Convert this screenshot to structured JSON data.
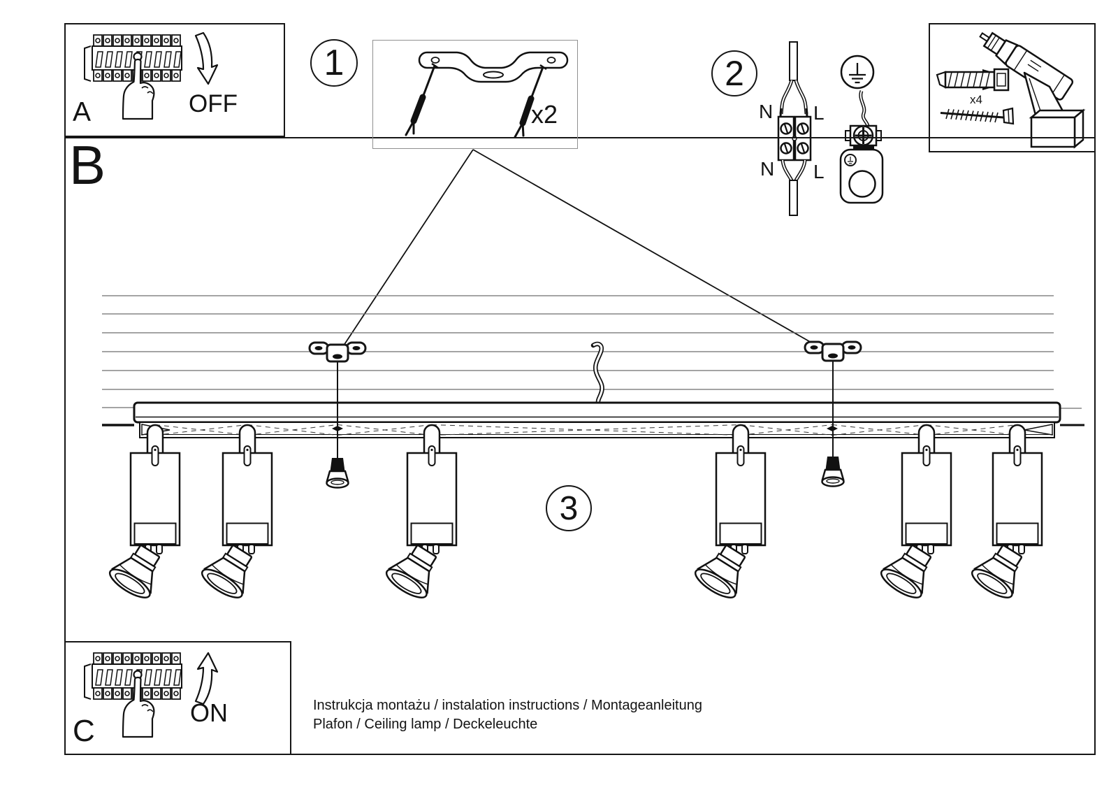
{
  "sheet": {
    "panel_a": {
      "label": "A",
      "action": "OFF"
    },
    "panel_b": {
      "label": "B"
    },
    "panel_c": {
      "label": "C",
      "action": "ON"
    },
    "step1": {
      "number": "1",
      "quantity": "x2"
    },
    "step2": {
      "number": "2",
      "wire_top_left": "N",
      "wire_top_right": "L",
      "wire_bottom_left": "N",
      "wire_bottom_right": "L"
    },
    "step3": {
      "number": "3"
    },
    "tools": {
      "quantity": "x4"
    },
    "footer": {
      "line1": "Instrukcja montażu / instalation instructions / Montageanleitung",
      "line2": "Plafon / Ceiling lamp / Deckeleuchte"
    }
  },
  "icons": {
    "panel_a": "circuit-breaker-off-icon",
    "panel_c": "circuit-breaker-on-icon",
    "step1": "mounting-bracket-with-screws-icon",
    "step2_wiring": "terminal-block-wiring-icon",
    "step2_ground": "earth-ground-terminal-icon",
    "tools": "drill-anchor-screw-icon",
    "step3": "ceiling-rail-six-spotlights-drawing"
  },
  "colors": {
    "ink": "#111111",
    "faint": "#6e6e6e",
    "paper": "#ffffff"
  }
}
